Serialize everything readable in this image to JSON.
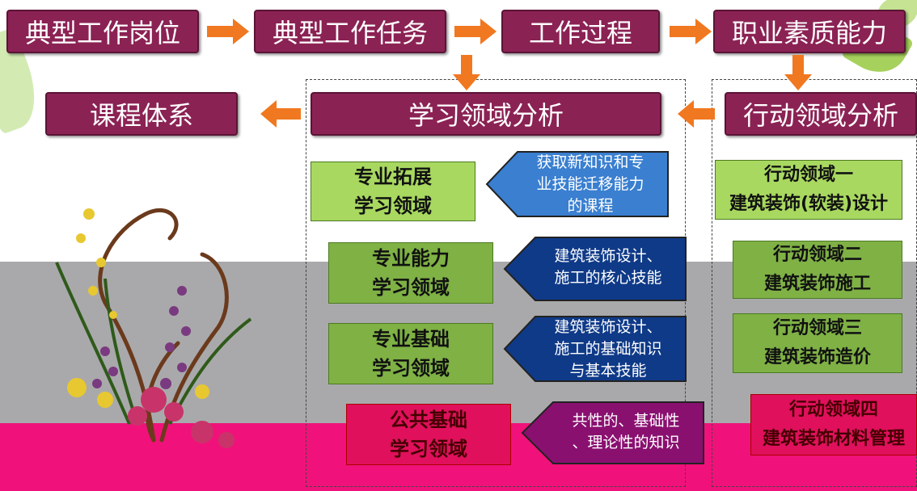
{
  "top_row": {
    "jobs": "典型工作岗位",
    "tasks": "典型工作任务",
    "process": "工作过程",
    "competence": "职业素质能力"
  },
  "mid_row": {
    "curriculum": "课程体系",
    "learning_analysis": "学习领域分析",
    "action_analysis": "行动领域分析"
  },
  "learning_fields": [
    {
      "line1": "专业拓展",
      "line2": "学习领域"
    },
    {
      "line1": "专业能力",
      "line2": "学习领域"
    },
    {
      "line1": "专业基础",
      "line2": "学习领域"
    },
    {
      "line1": "公共基础",
      "line2": "学习领域"
    }
  ],
  "descriptions": [
    {
      "line1": "获取新知识和专",
      "line2": "业技能迁移能力",
      "line3": "的课程"
    },
    {
      "line1": "建筑装饰设计、",
      "line2": "施工的核心技能",
      "line3": ""
    },
    {
      "line1": "建筑装饰设计、",
      "line2": "施工的基础知识",
      "line3": "与基本技能"
    },
    {
      "line1": "共性的、基础性",
      "line2": "、理论性的知识",
      "line3": ""
    }
  ],
  "action_fields": [
    {
      "line1": "行动领域一",
      "line2": "建筑装饰(软装)设计"
    },
    {
      "line1": "行动领域二",
      "line2": "建筑装饰施工"
    },
    {
      "line1": "行动领域三",
      "line2": "建筑装饰造价"
    },
    {
      "line1": "行动领域四",
      "line2": "建筑装饰材料管理"
    }
  ],
  "colors": {
    "box_maroon": "#8b2254",
    "box_green": "#a8d860",
    "arrow_orange": "#f07820",
    "desc_blue": "#3a7fd0",
    "desc_navy": "#0f3a88",
    "band_gray": "#a9a9ab",
    "band_pink": "#f0127a"
  }
}
